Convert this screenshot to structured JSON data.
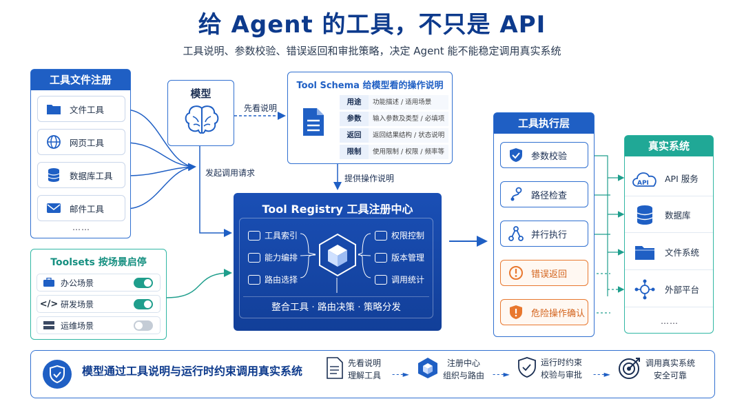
{
  "header": {
    "title": "给 Agent 的工具，不只是 API",
    "subtitle": "工具说明、参数校验、错误返回和审批策略，决定 Agent 能不能稳定调用真实系统"
  },
  "registration": {
    "title": "工具文件注册",
    "items": [
      {
        "label": "文件工具",
        "icon": "folder-icon"
      },
      {
        "label": "网页工具",
        "icon": "globe-icon"
      },
      {
        "label": "数据库工具",
        "icon": "database-icon"
      },
      {
        "label": "邮件工具",
        "icon": "mail-icon"
      }
    ],
    "more": "……"
  },
  "model": {
    "title": "模型",
    "icon": "brain-icon",
    "read_first_label": "先看说明",
    "call_request_label": "发起调用请求"
  },
  "schema": {
    "title": "Tool Schema 给模型看的操作说明",
    "rows": [
      {
        "key": "用途",
        "value": "功能描述 / 适用场景"
      },
      {
        "key": "参数",
        "value": "输入参数及类型 / 必填项"
      },
      {
        "key": "返回",
        "value": "返回结果结构 / 状态说明"
      },
      {
        "key": "限制",
        "value": "使用限制 / 权限 / 频率等"
      }
    ],
    "provide_label": "提供操作说明"
  },
  "registry": {
    "title": "Tool Registry 工具注册中心",
    "left": [
      "工具索引",
      "能力编排",
      "路由选择"
    ],
    "right": [
      "权限控制",
      "版本管理",
      "调用统计"
    ],
    "bottom": "整合工具 · 路由决策 · 策略分发"
  },
  "toolsets": {
    "title": "Toolsets 按场景启停",
    "items": [
      {
        "label": "办公场景",
        "enabled": true,
        "icon": "briefcase-icon"
      },
      {
        "label": "研发场景",
        "enabled": true,
        "icon": "code-icon"
      },
      {
        "label": "运维场景",
        "enabled": false,
        "icon": "server-icon"
      }
    ],
    "colors": {
      "on": "#1f9e8c",
      "off": "#c4ccd6"
    }
  },
  "execution": {
    "title": "工具执行层",
    "steps": [
      {
        "label": "参数校验",
        "type": "normal",
        "icon": "shield-check-icon"
      },
      {
        "label": "路径检查",
        "type": "normal",
        "icon": "route-icon"
      },
      {
        "label": "并行执行",
        "type": "normal",
        "icon": "network-icon"
      },
      {
        "label": "错误返回",
        "type": "warn",
        "icon": "error-clock-icon"
      },
      {
        "label": "危险操作确认",
        "type": "warn",
        "icon": "warning-shield-icon"
      }
    ],
    "colors": {
      "normal": "#1f5fc4",
      "warn": "#e8772e"
    }
  },
  "real_systems": {
    "title": "真实系统",
    "items": [
      {
        "label": "API 服务",
        "icon": "api-cloud-icon"
      },
      {
        "label": "数据库",
        "icon": "database-icon"
      },
      {
        "label": "文件系统",
        "icon": "folder-icon"
      },
      {
        "label": "外部平台",
        "icon": "network-icon"
      }
    ],
    "more": "……"
  },
  "bottom": {
    "main": "模型通过工具说明与运行时约束调用真实系统",
    "steps": [
      {
        "line1": "先看说明",
        "line2": "理解工具",
        "icon": "document-icon"
      },
      {
        "line1": "注册中心",
        "line2": "组织与路由",
        "icon": "cube-icon"
      },
      {
        "line1": "运行时约束",
        "line2": "校验与审批",
        "icon": "shield-check-icon"
      },
      {
        "line1": "调用真实系统",
        "line2": "安全可靠",
        "icon": "target-icon"
      }
    ]
  },
  "colors": {
    "primary": "#1f5fc4",
    "dark_blue": "#0d3a8c",
    "teal": "#20a896",
    "orange": "#e8772e"
  }
}
